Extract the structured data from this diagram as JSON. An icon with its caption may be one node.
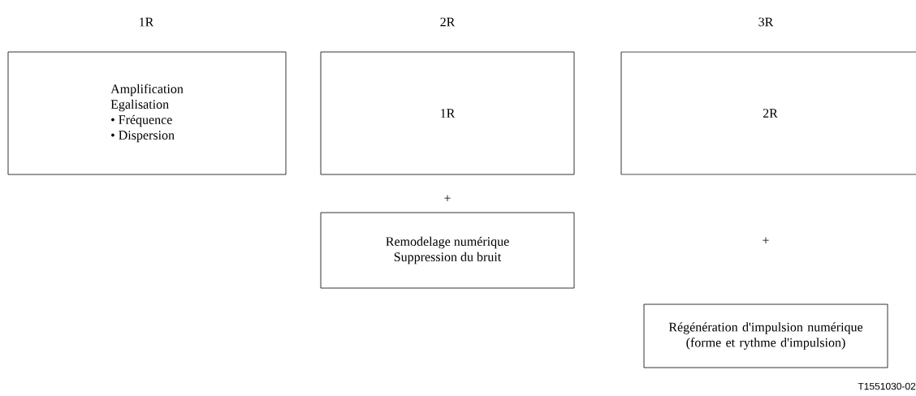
{
  "diagram": {
    "nodes": [
      {
        "text": [
          "Amplification",
          "Egalisation",
          "• Fréquence",
          "• Dispersion"
        ]
      },
      {
        "text": [
          "1R"
        ]
      },
      {
        "text": [
          "2R"
        ]
      },
      {
        "text": [
          "Remodelage numérique",
          "Suppression du bruit"
        ]
      },
      {
        "text": [
          "Régénération d'impulsion numérique (forme et rythme d'impulsion)"
        ]
      }
    ],
    "labels": [
      "1R",
      "2R",
      "3R",
      "+",
      "+",
      "T1551030-02"
    ]
  }
}
